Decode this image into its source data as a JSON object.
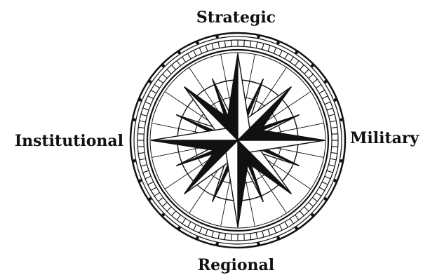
{
  "labels": {
    "north": "Strategic",
    "east": "Military",
    "south": "Regional",
    "west": "Institutional"
  },
  "colors": {
    "ink": "#111111",
    "paper": "#ffffff"
  }
}
